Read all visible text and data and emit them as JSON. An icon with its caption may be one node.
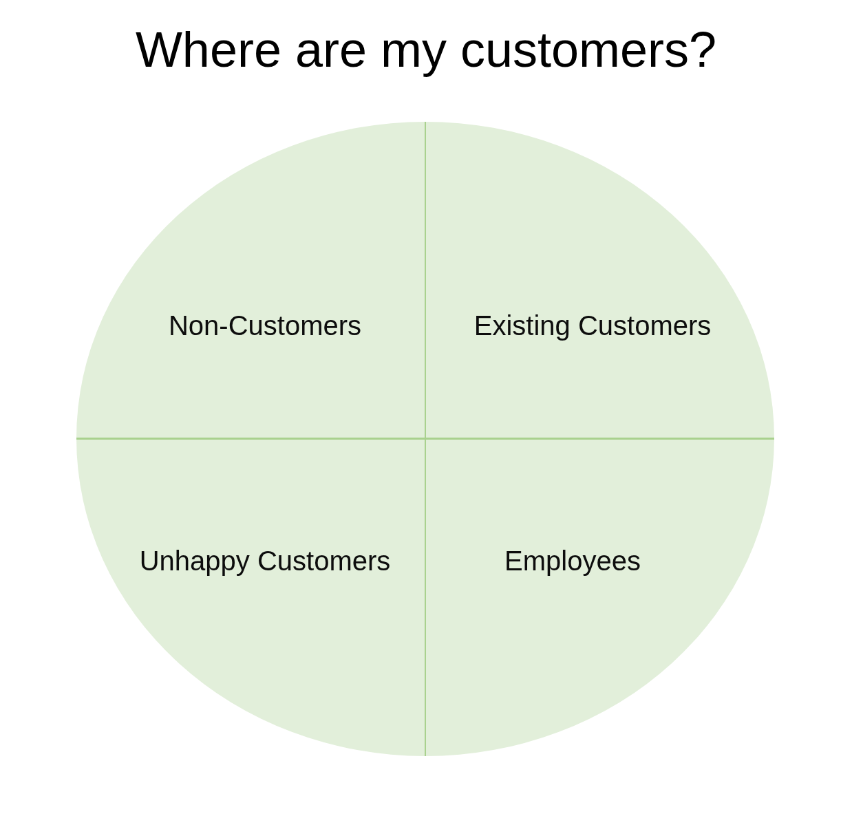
{
  "diagram": {
    "title": "Where are my customers?",
    "nodes": [
      {
        "text": [
          "Non-Customers"
        ]
      },
      {
        "text": [
          "Existing Customers"
        ]
      },
      {
        "text": [
          "Unhappy Customers"
        ]
      },
      {
        "text": [
          "Employees"
        ]
      }
    ]
  }
}
